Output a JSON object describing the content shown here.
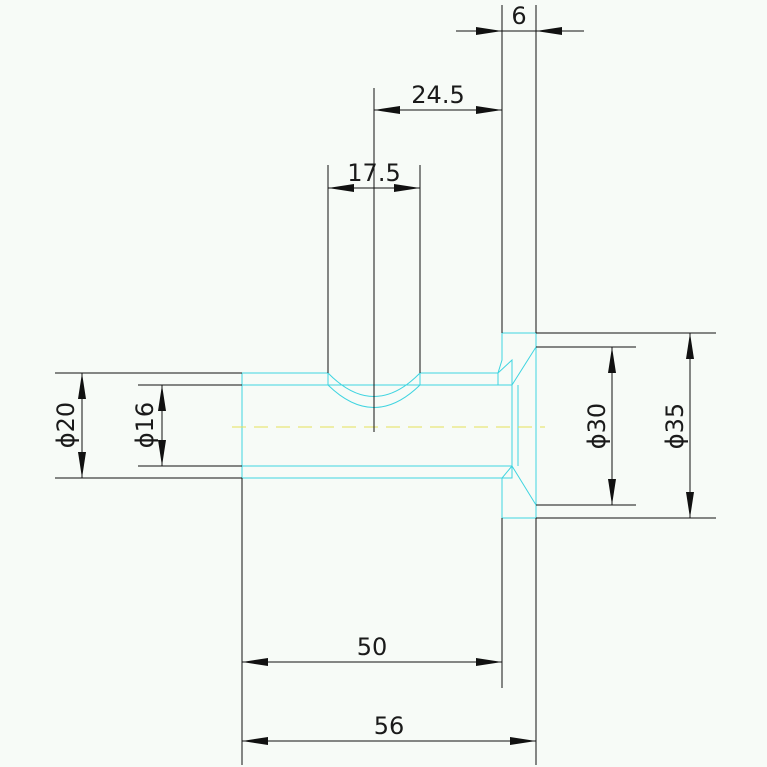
{
  "dimensions": {
    "top_width": "6",
    "top_offset": "24.5",
    "branch_width": "17.5",
    "outer_dia_left": "ϕ20",
    "inner_dia_left": "ϕ16",
    "inner_dia_right": "ϕ30",
    "outer_dia_right": "ϕ35",
    "length_short": "50",
    "length_total": "56"
  },
  "colors": {
    "background": "#f7fbf7",
    "outline": "#3fd4e0",
    "hatch": "#e05aa0",
    "centerline": "#e6e05a",
    "dimension": "#111111"
  }
}
